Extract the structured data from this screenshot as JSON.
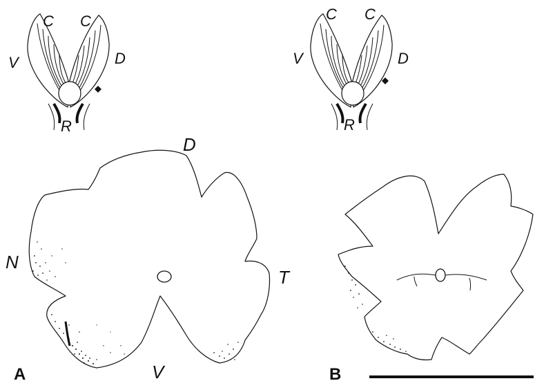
{
  "panel_a": {
    "letter": "A",
    "schematic": {
      "left_cup_label": "C",
      "right_cup_label": "C",
      "ventral_label": "V",
      "dorsal_label": "D",
      "root_label": "R"
    },
    "retina": {
      "dorsal": "D",
      "nasal": "N",
      "temporal": "T",
      "ventral": "V"
    }
  },
  "panel_b": {
    "letter": "B",
    "schematic": {
      "left_cup_label": "C",
      "right_cup_label": "C",
      "ventral_label": "V",
      "dorsal_label": "D",
      "root_label": "R"
    }
  }
}
